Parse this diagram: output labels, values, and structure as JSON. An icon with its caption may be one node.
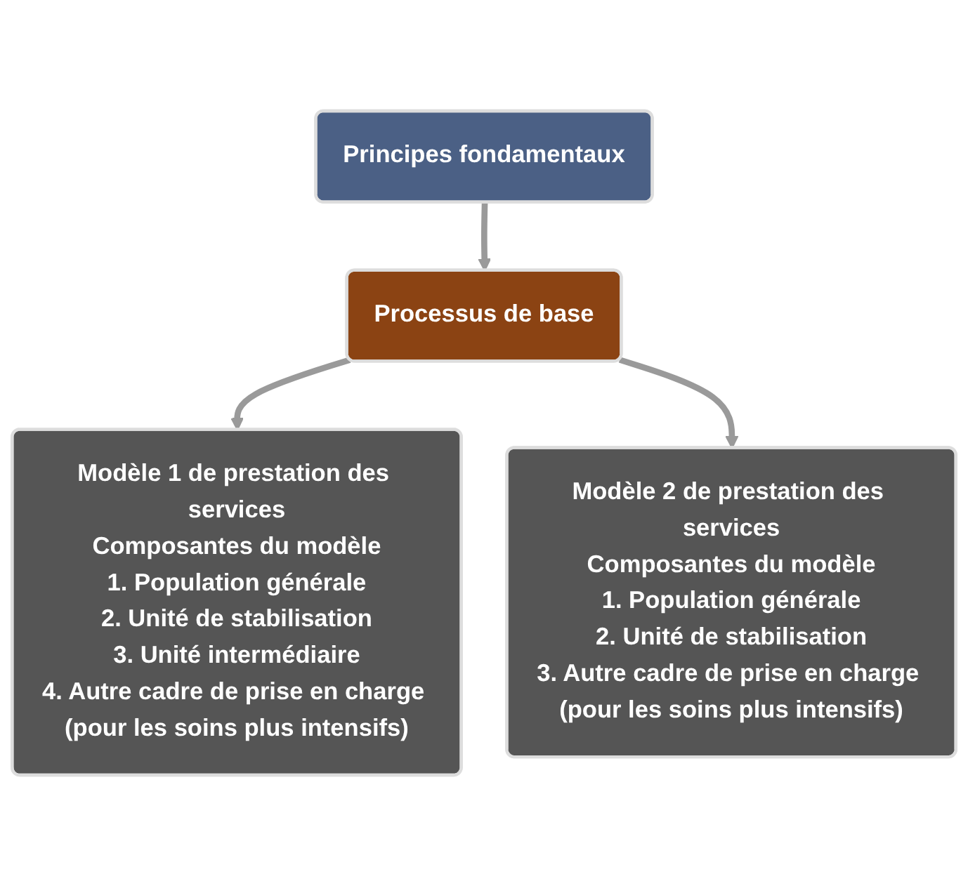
{
  "diagram": {
    "nodes": [
      {
        "text": [
          "Principes fondamentaux"
        ]
      },
      {
        "text": [
          "Processus de base"
        ]
      },
      {
        "text": [
          "Modèle 1 de prestation des services",
          "Composantes du modèle",
          "1. Population générale",
          "2. Unité de stabilisation",
          "3. Unité intermédiaire",
          "4. Autre cadre de prise en charge (pour les soins plus intensifs)"
        ]
      },
      {
        "text": [
          "Modèle 2 de prestation des services",
          "Composantes du modèle",
          "1. Population générale",
          "2. Unité de stabilisation",
          "3. Autre cadre de prise en charge (pour les soins plus intensifs)"
        ]
      }
    ],
    "edges": [
      {
        "from": 0,
        "to": 1,
        "arrow": "to"
      },
      {
        "from": 1,
        "to": 2,
        "arrow": "to"
      },
      {
        "from": 1,
        "to": 3,
        "arrow": "to"
      }
    ]
  }
}
